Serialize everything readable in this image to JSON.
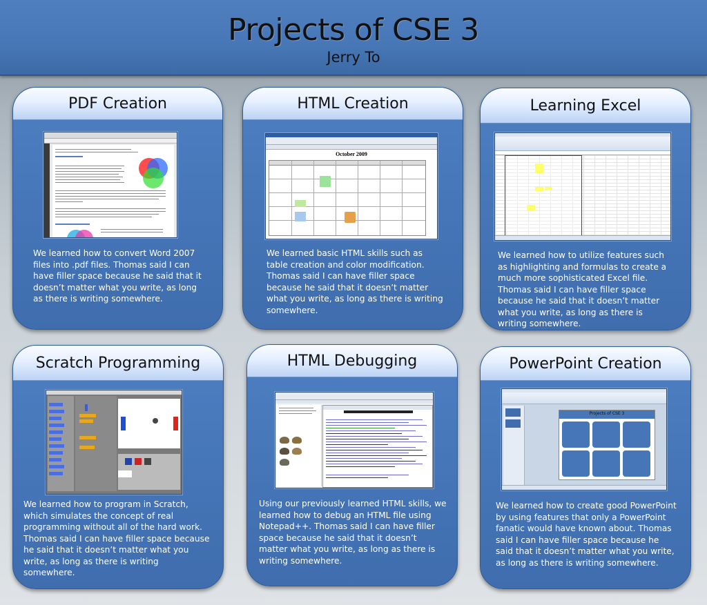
{
  "header": {
    "title": "Projects of CSE 3",
    "subtitle": "Jerry To"
  },
  "cards": [
    {
      "title": "PDF Creation",
      "description": "We learned how to convert Word 2007 files into .pdf files. Thomas said I can have filler space because he said that it doesn’t matter what you write, as long as there is writing somewhere."
    },
    {
      "title": "HTML Creation",
      "description": "We learned basic HTML skills such as table creation and color modification. Thomas said I can have filler space because he said that it doesn’t matter what you write, as long as there is writing somewhere.",
      "screenshot_heading": "October 2009"
    },
    {
      "title": "Learning Excel",
      "description": "We learned how to utilize features such as highlighting and formulas to create a much more sophisticated Excel file. Thomas said I can have filler space because he said that it doesn’t matter what you write, as long as there is writing somewhere."
    },
    {
      "title": "Scratch Programming",
      "description": "We learned how to program in Scratch, which simulates the concept of real programming without all of the hard work. Thomas said I can have filler space because he said that it doesn’t matter what you write, as long as there is writing somewhere."
    },
    {
      "title": "HTML Debugging",
      "description": "Using our previously learned HTML skills, we learned how to debug an HTML file using Notepad++. Thomas said I can have filler space because he said that it doesn’t matter what you write, as long as there is writing somewhere."
    },
    {
      "title": "PowerPoint Creation",
      "description": "We learned how to create good PowerPoint by using features that only a PowerPoint fanatic would have known about. Thomas said I can have filler space because he said that it doesn’t matter what you write, as long as there is writing somewhere.",
      "screenshot_heading": "Projects of CSE 3"
    }
  ],
  "colors": {
    "header_bg": "#4777b6",
    "card_bg": "#4676b8",
    "card_head": "#e5efff"
  }
}
